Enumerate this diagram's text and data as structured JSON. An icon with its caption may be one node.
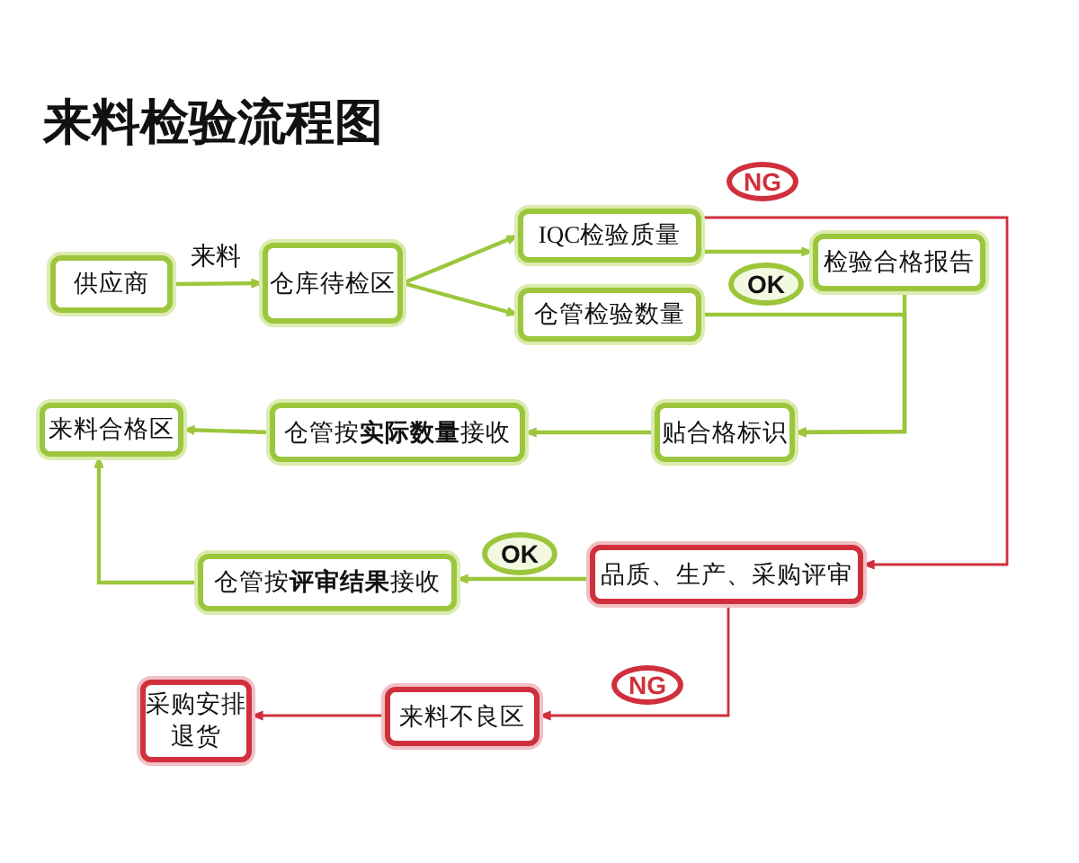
{
  "diagram": {
    "title": "来料检验流程图",
    "nodes": [
      {
        "text": [
          "供应商"
        ]
      },
      {
        "text": [
          "仓库待检区"
        ]
      },
      {
        "text": [
          "IQC检验质量"
        ]
      },
      {
        "text": [
          "仓管检验数量"
        ]
      },
      {
        "text": [
          "检验合格报告"
        ]
      },
      {
        "text": [
          "贴合格标识"
        ]
      },
      {
        "text": [
          "仓管按**实际数量**接收"
        ]
      },
      {
        "text": [
          "来料合格区"
        ]
      },
      {
        "text": [
          "品质、生产、采购评审"
        ]
      },
      {
        "text": [
          "仓管按**评审结果**接收"
        ]
      },
      {
        "text": [
          "来料不良区"
        ]
      },
      {
        "text": [
          "采购安排退货"
        ]
      }
    ],
    "edges": [
      {
        "from": 0,
        "to": 1,
        "arrow": "to",
        "label": "来料"
      },
      {
        "from": 1,
        "to": 2,
        "arrow": "to"
      },
      {
        "from": 1,
        "to": 3,
        "arrow": "to"
      },
      {
        "from": 2,
        "to": 4,
        "arrow": "to",
        "label": "OK"
      },
      {
        "from": 3,
        "to": 5,
        "arrow": "to"
      },
      {
        "from": 4,
        "to": 5,
        "arrow": "to"
      },
      {
        "from": 5,
        "to": 6,
        "arrow": "to"
      },
      {
        "from": 6,
        "to": 7,
        "arrow": "to"
      },
      {
        "from": 2,
        "to": 8,
        "arrow": "to",
        "label": "NG",
        "color": "#d0303c"
      },
      {
        "from": 8,
        "to": 9,
        "arrow": "to",
        "label": "OK"
      },
      {
        "from": 9,
        "to": 7,
        "arrow": "to"
      },
      {
        "from": 8,
        "to": 10,
        "arrow": "to",
        "label": "NG",
        "color": "#d0303c"
      },
      {
        "from": 10,
        "to": 11,
        "arrow": "to",
        "color": "#d0303c"
      }
    ]
  }
}
